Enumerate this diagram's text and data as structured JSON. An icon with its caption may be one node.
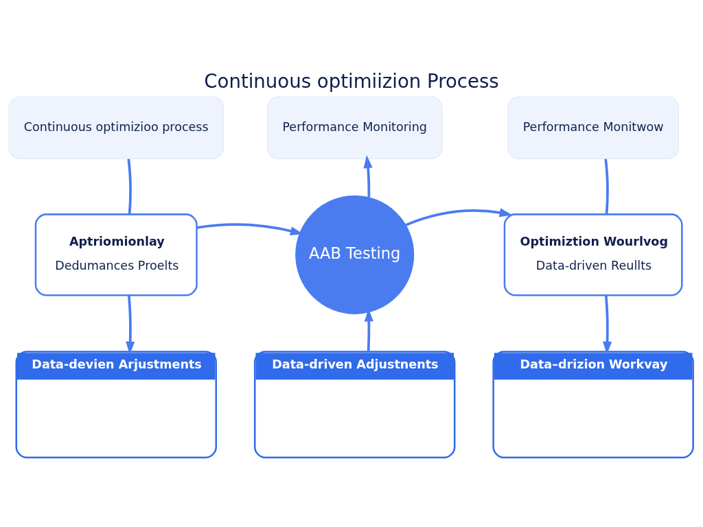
{
  "diagram": {
    "title": "Continuous optimiizion Process",
    "nodes": [
      {
        "text": [
          "Continuous optimizioo process"
        ]
      },
      {
        "text": [
          "Performance Monitoring"
        ]
      },
      {
        "text": [
          "Performance Monitwow"
        ]
      },
      {
        "text": [
          "Aptriomionlay",
          "Dedumances Proelts"
        ]
      },
      {
        "text": [
          "AAB Testing"
        ]
      },
      {
        "text": [
          "Optimiztion Wourlvog",
          "Data-driven Reullts"
        ]
      },
      {
        "text": [
          "Data-devien Arjustments"
        ]
      },
      {
        "text": [
          "Data-driven Adjustnents"
        ]
      },
      {
        "text": [
          "Data–drizion Workvay"
        ]
      }
    ],
    "edges": [
      {
        "from": 0,
        "to": 3,
        "arrow": "none"
      },
      {
        "from": 4,
        "to": 1,
        "arrow": "to"
      },
      {
        "from": 2,
        "to": 5,
        "arrow": "none"
      },
      {
        "from": 3,
        "to": 4,
        "arrow": "to"
      },
      {
        "from": 4,
        "to": 5,
        "arrow": "to"
      },
      {
        "from": 3,
        "to": 6,
        "arrow": "to"
      },
      {
        "from": 7,
        "to": 4,
        "arrow": "to"
      },
      {
        "from": 5,
        "to": 8,
        "arrow": "to"
      }
    ]
  }
}
